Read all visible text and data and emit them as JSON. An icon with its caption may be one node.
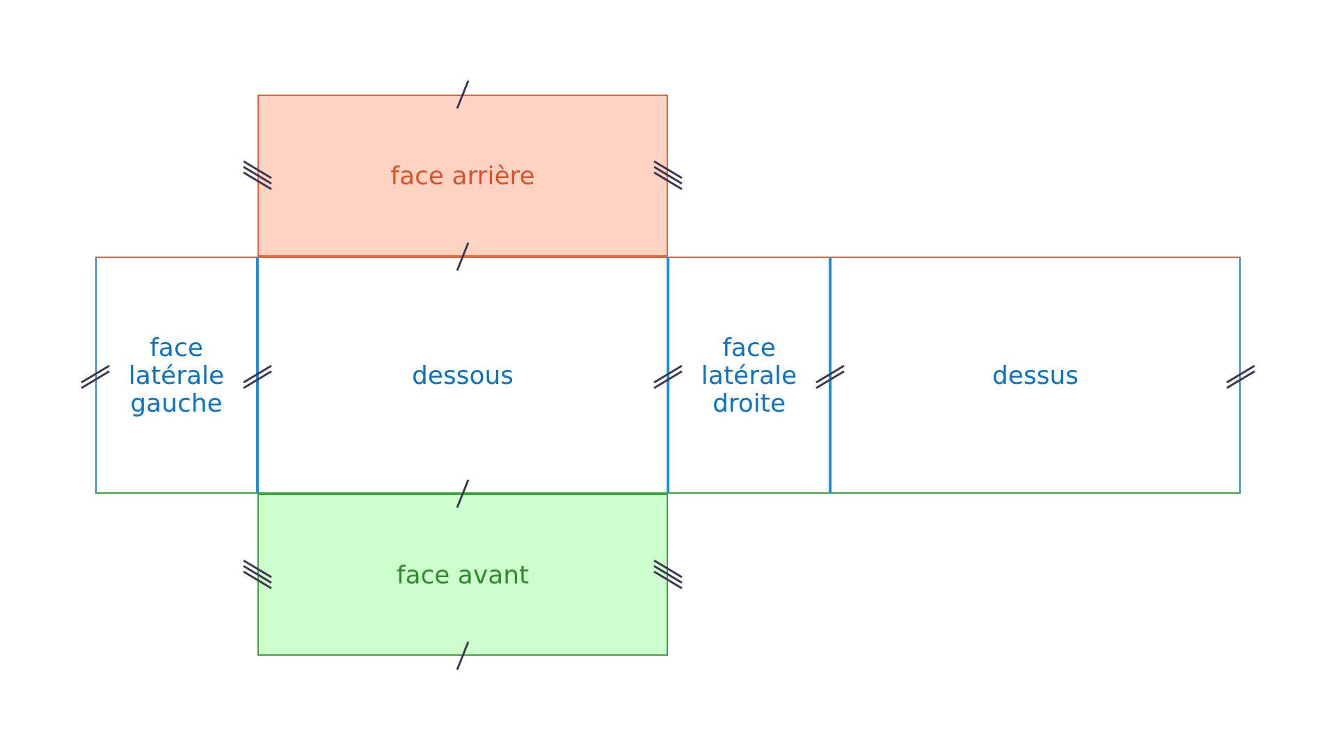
{
  "diagram": {
    "nodes": [
      {
        "text": [
          "face arrière"
        ]
      },
      {
        "text": [
          "face latérale gauche"
        ]
      },
      {
        "text": [
          "dessous"
        ]
      },
      {
        "text": [
          "face latérale droite"
        ]
      },
      {
        "text": [
          "dessus"
        ]
      },
      {
        "text": [
          "face avant"
        ]
      }
    ]
  }
}
